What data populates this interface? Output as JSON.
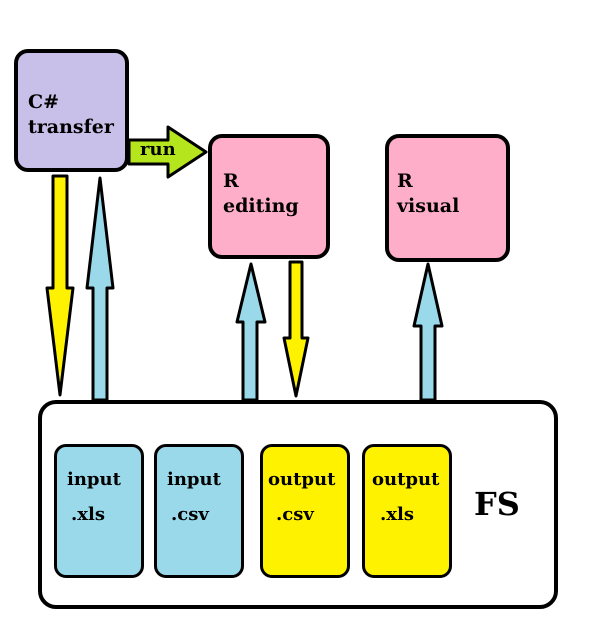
{
  "colors": {
    "csharp_fill": "#c8c0e8",
    "r_fill": "#ffaec9",
    "input_fill": "#99d9ea",
    "output_fill": "#fff200",
    "run_arrow": "#b5e61d",
    "down_arrow": "#fff200",
    "up_arrow": "#99d9ea",
    "stroke": "#000000",
    "fs_fill": "#ffffff"
  },
  "nodes": {
    "csharp": {
      "line1": "C#",
      "line2": "transfer"
    },
    "r_editing": {
      "line1": "R",
      "line2": "editing"
    },
    "r_visual": {
      "line1": "R",
      "line2": "visual"
    }
  },
  "edges": {
    "run_label": "run"
  },
  "fs": {
    "label": "FS",
    "files": [
      {
        "line1": "input",
        "line2": ".xls",
        "kind": "input"
      },
      {
        "line1": "input",
        "line2": ".csv",
        "kind": "input"
      },
      {
        "line1": "output",
        "line2": ".csv",
        "kind": "output"
      },
      {
        "line1": "output",
        "line2": ".xls",
        "kind": "output"
      }
    ]
  }
}
